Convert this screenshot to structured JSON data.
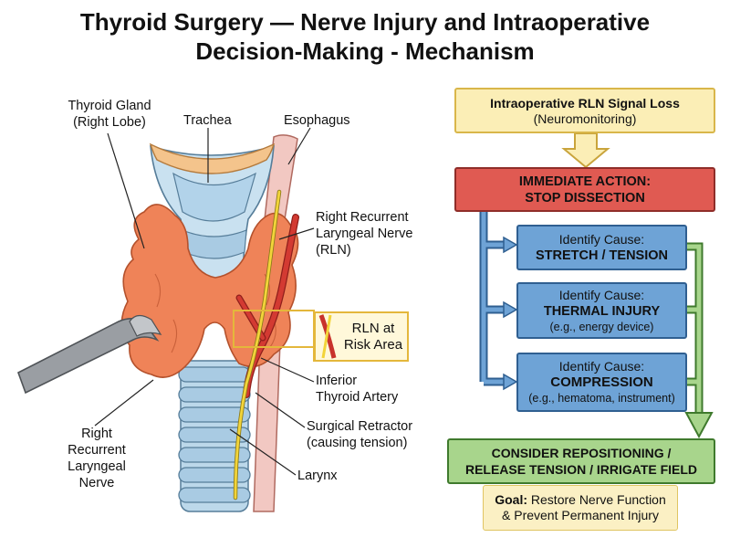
{
  "title": {
    "line1": "Thyroid Surgery — Nerve Injury and Intraoperative",
    "line2": "Decision-Making - Mechanism"
  },
  "labels": {
    "thyroid_1": "Thyroid Gland",
    "thyroid_2": "(Right Lobe)",
    "trachea": "Trachea",
    "esophagus": "Esophagus",
    "rrln_1": "Right Recurrent",
    "rrln_2": "Laryngeal Nerve",
    "rrln_3": "(RLN)",
    "risk_1": "RLN at",
    "risk_2": "Risk Area",
    "ita_1": "Inferior",
    "ita_2": "Thyroid Artery",
    "retractor_1": "Surgical Retractor",
    "retractor_2": "(causing tension)",
    "larynx": "Larynx",
    "left_1": "Right",
    "left_2": "Recurrent",
    "left_3": "Laryngeal",
    "left_4": "Nerve"
  },
  "flow": {
    "signal_title": "Intraoperative RLN Signal Loss",
    "signal_sub": "(Neuromonitoring)",
    "action_1": "IMMEDIATE ACTION:",
    "action_2": "STOP DISSECTION",
    "cause1_t": "Identify Cause:",
    "cause1_b": "STRETCH / TENSION",
    "cause2_t": "Identify Cause:",
    "cause2_b": "THERMAL INJURY",
    "cause2_s": "(e.g., energy device)",
    "cause3_t": "Identify Cause:",
    "cause3_b": "COMPRESSION",
    "cause3_s": "(e.g., hematoma, instrument)",
    "consider_1": "CONSIDER REPOSITIONING /",
    "consider_2": "RELEASE TENSION / IRRIGATE FIELD",
    "goal_label": "Goal:",
    "goal_1": "Restore Nerve Function",
    "goal_2": "& Prevent Permanent Injury"
  },
  "colors": {
    "action_red": "#e05a52",
    "cause_blue": "#6ea3d6",
    "consider_green": "#a8d58c",
    "signal_yellow": "#fbeeb6",
    "nerve_yellow": "#f2d43a",
    "artery_red": "#c8322c",
    "thyroid_orange": "#ef8358"
  }
}
